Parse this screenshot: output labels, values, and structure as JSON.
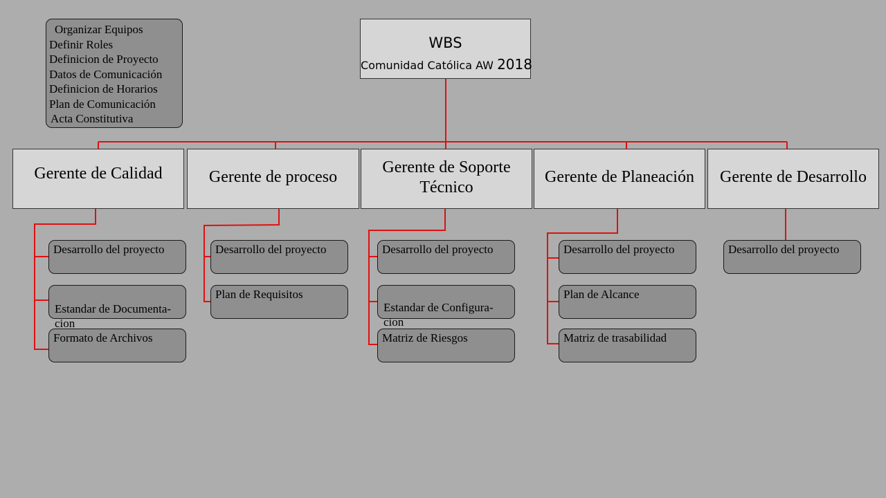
{
  "notes": {
    "items": [
      "Organizar Equipos",
      "Definir Roles",
      "Definicion de Proyecto",
      "Datos de Comunicación",
      "Definicion de Horarios",
      "Plan de Comunicación",
      "Acta Constitutiva"
    ]
  },
  "root": {
    "title": "WBS",
    "subtitle": "Comunidad Católica AW",
    "year": "2018"
  },
  "managers": [
    {
      "label": "Gerente de Calidad",
      "tasks": [
        "Desarrollo del proyecto",
        "Estandar de Documenta-\ncion",
        "Formato de Archivos"
      ]
    },
    {
      "label": "Gerente de proceso",
      "tasks": [
        "Desarrollo del proyecto",
        "Plan de Requisitos"
      ]
    },
    {
      "label": "Gerente de Soporte Técnico",
      "tasks": [
        "Desarrollo del proyecto",
        "Estandar de Configura-\ncion",
        "Matriz de Riesgos"
      ]
    },
    {
      "label": "Gerente de Planeación",
      "tasks": [
        "Desarrollo del proyecto",
        "Plan de Alcance",
        "Matriz de trasabilidad"
      ]
    },
    {
      "label": "Gerente de Desarrollo",
      "tasks": [
        "Desarrollo del proyecto"
      ]
    }
  ],
  "colors": {
    "connector": "#e01010",
    "header_fill": "#d6d6d6",
    "task_fill": "#8f8f8f",
    "background": "#adadad"
  }
}
